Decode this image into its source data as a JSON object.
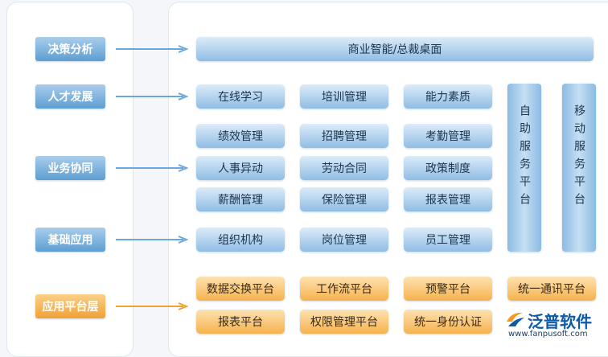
{
  "layers": {
    "decision": "决策分析",
    "talent": "人才发展",
    "business": "业务协同",
    "foundation": "基础应用",
    "platform": "应用平台层"
  },
  "desktop": "商业智能/总裁桌面",
  "talent_modules": [
    "在线学习",
    "培训管理",
    "能力素质"
  ],
  "business_modules": [
    [
      "绩效管理",
      "招聘管理",
      "考勤管理"
    ],
    [
      "人事异动",
      "劳动合同",
      "政策制度"
    ],
    [
      "薪酬管理",
      "保险管理",
      "报表管理"
    ]
  ],
  "foundation_modules": [
    "组织机构",
    "岗位管理",
    "员工管理"
  ],
  "side_platforms": [
    "自助服务平台",
    "移动服务平台"
  ],
  "platform_modules": [
    [
      "数据交换平台",
      "工作流平台",
      "预警平台",
      "统一通讯平台"
    ],
    [
      "报表平台",
      "权限管理平台",
      "统一身份认证"
    ]
  ],
  "logo": {
    "name": "泛普软件",
    "url": "www.fanpusoft.com"
  },
  "colors": {
    "blue_arrow": "#6aa7dc",
    "orange_arrow": "#f0a235",
    "logo_blue": "#0e5aa8",
    "logo_orange": "#f29a1f"
  }
}
